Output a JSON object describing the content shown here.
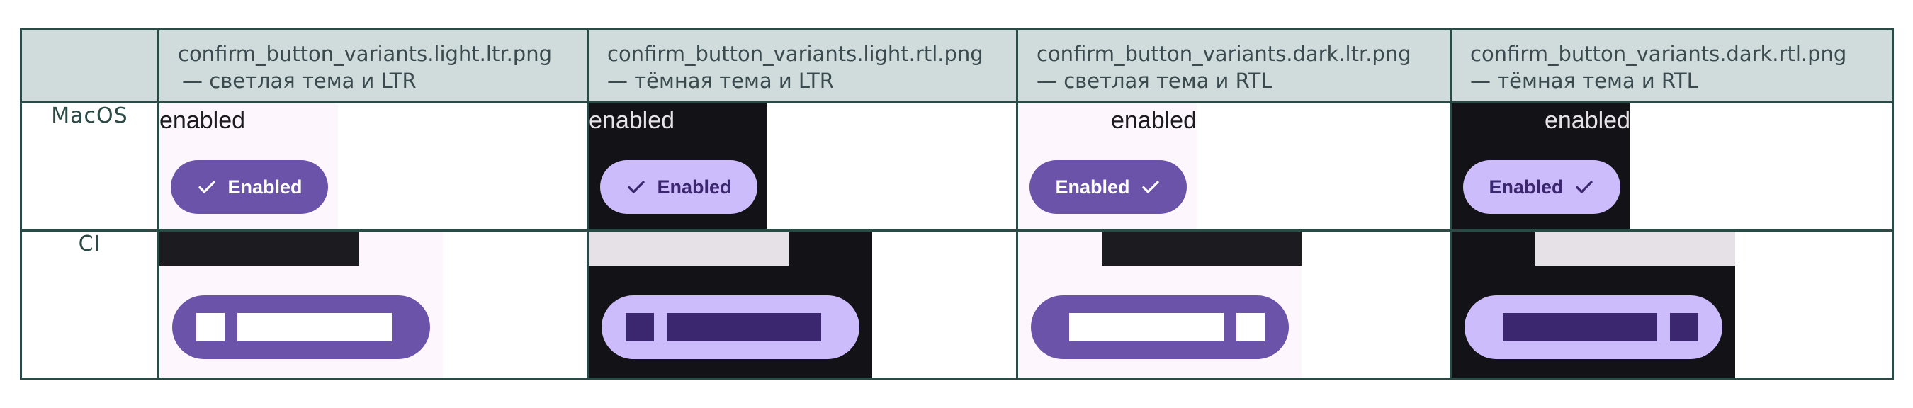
{
  "columns": [
    {
      "file": "confirm_button_variants.light.ltr.png",
      "desc": "— светлая тема и LTR"
    },
    {
      "file": "confirm_button_variants.light.rtl.png",
      "desc": "— тёмная тема и LTR"
    },
    {
      "file": "confirm_button_variants.dark.ltr.png",
      "desc": "— светлая тема и RTL"
    },
    {
      "file": "confirm_button_variants.dark.rtl.png",
      "desc": "— тёмная тема и RTL"
    }
  ],
  "rows": {
    "macos": "MacOS",
    "ci": "CI"
  },
  "state_label": "enabled",
  "button_label": "Enabled",
  "colors": {
    "header_bg": "#cfdcdb",
    "border": "#2c4a45",
    "light_bg": "#fdf7fd",
    "dark_bg": "#131217",
    "primary": "#6a53a8",
    "primary_container": "#cdbcfb",
    "on_primary_container": "#3b2770",
    "light_strip": "#e6e1e6"
  },
  "icons": [
    "check-icon"
  ]
}
